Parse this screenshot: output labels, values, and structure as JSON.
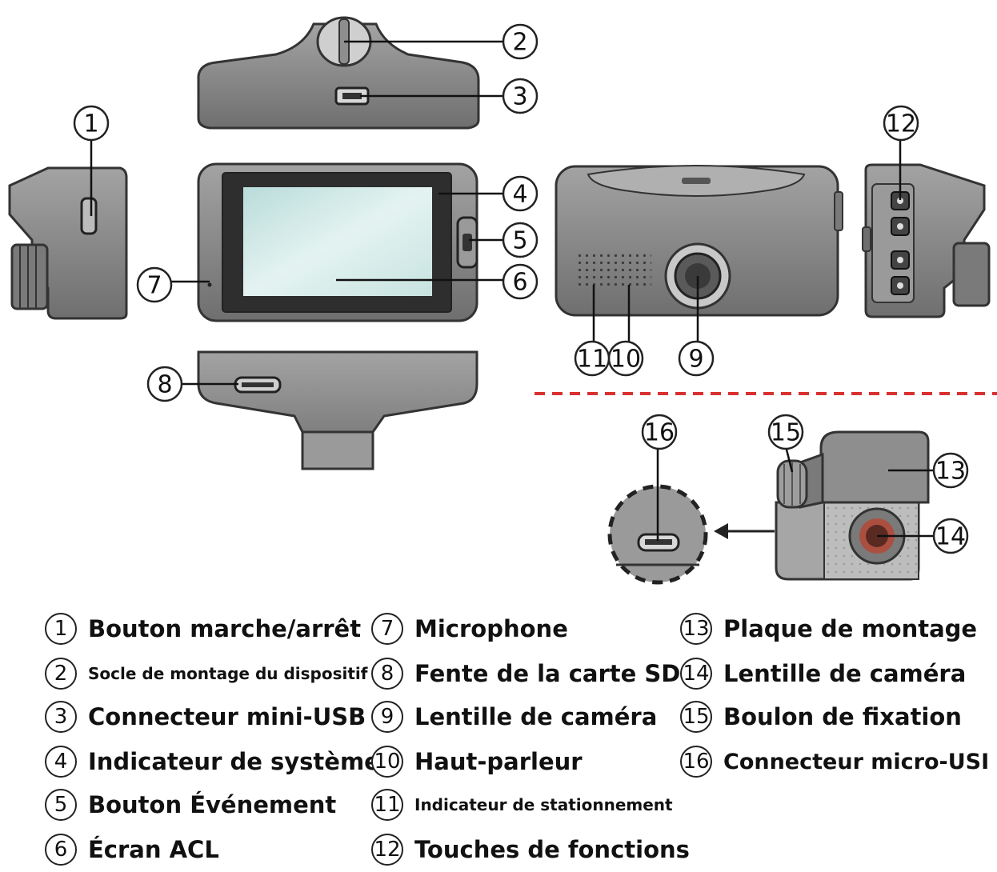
{
  "callouts": [
    "1",
    "2",
    "3",
    "4",
    "5",
    "6",
    "7",
    "8",
    "9",
    "10",
    "11",
    "12",
    "13",
    "14",
    "15",
    "16"
  ],
  "legend": [
    {
      "num": "1",
      "label": "Bouton marche/arrêt"
    },
    {
      "num": "2",
      "label": "Socle de montage du dispositif"
    },
    {
      "num": "3",
      "label": "Connecteur mini-USB"
    },
    {
      "num": "4",
      "label": "Indicateur de système"
    },
    {
      "num": "5",
      "label": "Bouton Événement"
    },
    {
      "num": "6",
      "label": "Écran ACL"
    },
    {
      "num": "7",
      "label": "Microphone"
    },
    {
      "num": "8",
      "label": "Fente de la carte SD"
    },
    {
      "num": "9",
      "label": "Lentille de caméra"
    },
    {
      "num": "10",
      "label": "Haut-parleur"
    },
    {
      "num": "11",
      "label": "Indicateur de stationnement"
    },
    {
      "num": "12",
      "label": "Touches de fonctions"
    },
    {
      "num": "13",
      "label": "Plaque de montage"
    },
    {
      "num": "14",
      "label": "Lentille de caméra"
    },
    {
      "num": "15",
      "label": "Boulon de fixation"
    },
    {
      "num": "16",
      "label": "Connecteur micro-USI"
    }
  ],
  "colors": {
    "body": "#8c8c8c",
    "body_dark": "#5e5e5e",
    "screen": "#cfe6e4",
    "divider": "#d9312f"
  }
}
